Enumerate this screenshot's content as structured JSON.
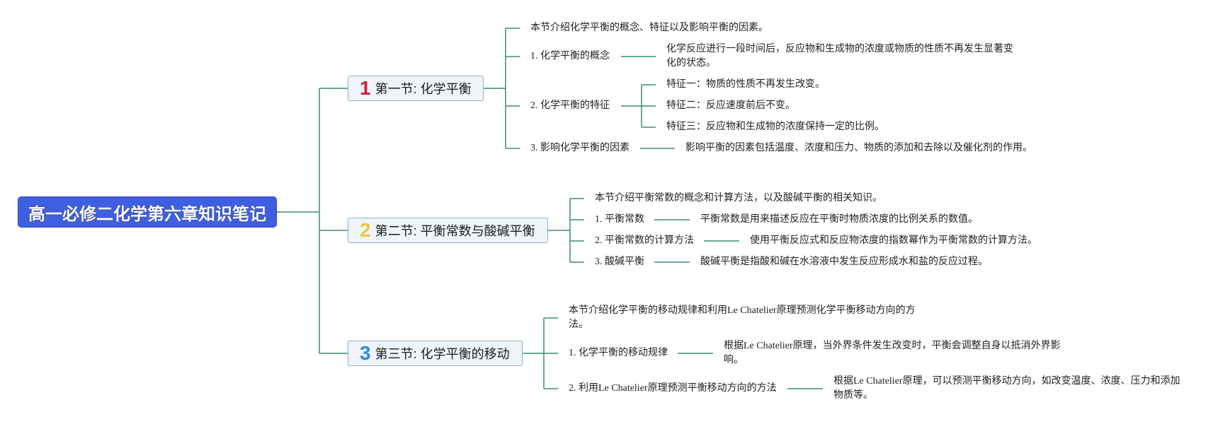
{
  "colors": {
    "root_bg": "#3f5fe0",
    "connector": "#3c8c7a",
    "section_border": "#8fb3c3",
    "num1": "#d21f3c",
    "num2": "#f1c836",
    "num3": "#2d8ad8"
  },
  "root": {
    "title": "高一必修二化学第六章知识笔记"
  },
  "sections": [
    {
      "num": "1",
      "title": "第一节: 化学平衡",
      "intro": "本节介绍化学平衡的概念、特征以及影响平衡的因素。",
      "items": [
        {
          "label": "1. 化学平衡的概念",
          "details": [
            "化学反应进行一段时间后，反应物和生成物的浓度或物质的性质不再发生显著变化的状态。"
          ]
        },
        {
          "label": "2. 化学平衡的特征",
          "details": [
            "特征一：物质的性质不再发生改变。",
            "特征二：反应速度前后不变。",
            "特征三：反应物和生成物的浓度保持一定的比例。"
          ]
        },
        {
          "label": "3. 影响化学平衡的因素",
          "details": [
            "影响平衡的因素包括温度、浓度和压力、物质的添加和去除以及催化剂的作用。"
          ]
        }
      ]
    },
    {
      "num": "2",
      "title": "第二节: 平衡常数与酸碱平衡",
      "intro": "本节介绍平衡常数的概念和计算方法，以及酸碱平衡的相关知识。",
      "items": [
        {
          "label": "1. 平衡常数",
          "details": [
            "平衡常数是用来描述反应在平衡时物质浓度的比例关系的数值。"
          ]
        },
        {
          "label": "2. 平衡常数的计算方法",
          "details": [
            "使用平衡反应式和反应物浓度的指数幂作为平衡常数的计算方法。"
          ]
        },
        {
          "label": "3. 酸碱平衡",
          "details": [
            "酸碱平衡是指酸和碱在水溶液中发生反应形成水和盐的反应过程。"
          ]
        }
      ]
    },
    {
      "num": "3",
      "title": "第三节: 化学平衡的移动",
      "intro": "本节介绍化学平衡的移动规律和利用Le Chatelier原理预测化学平衡移动方向的方法。",
      "items": [
        {
          "label": "1. 化学平衡的移动规律",
          "details": [
            "根据Le Chatelier原理，当外界条件发生改变时，平衡会调整自身以抵消外界影响。"
          ]
        },
        {
          "label": "2. 利用Le Chatelier原理预测平衡移动方向的方法",
          "details": [
            "根据Le Chatelier原理，可以预测平衡移动方向，如改变温度、浓度、压力和添加物质等。"
          ]
        }
      ]
    }
  ]
}
